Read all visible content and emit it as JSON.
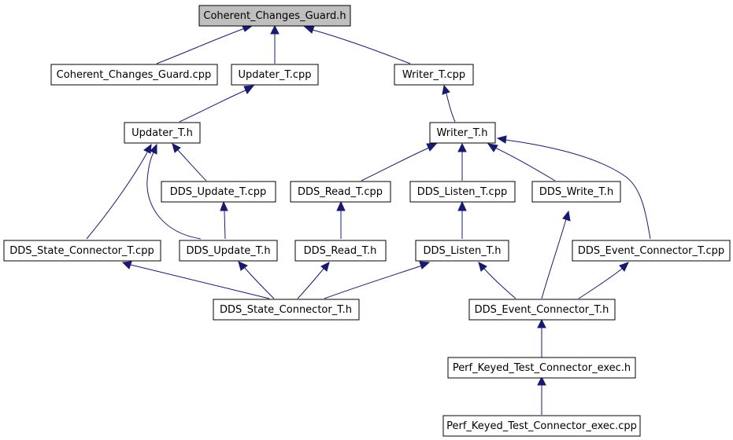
{
  "nodes": {
    "n01": "Coherent_Changes_Guard.h",
    "n02": "Coherent_Changes_Guard.cpp",
    "n03": "Updater_T.cpp",
    "n04": "Writer_T.cpp",
    "n05": "Updater_T.h",
    "n06": "Writer_T.h",
    "n07": "DDS_Update_T.cpp",
    "n08": "DDS_Read_T.cpp",
    "n09": "DDS_Listen_T.cpp",
    "n10": "DDS_Write_T.h",
    "n11": "DDS_State_Connector_T.cpp",
    "n12": "DDS_Update_T.h",
    "n13": "DDS_Read_T.h",
    "n14": "DDS_Listen_T.h",
    "n15": "DDS_Event_Connector_T.cpp",
    "n16": "DDS_State_Connector_T.h",
    "n17": "DDS_Event_Connector_T.h",
    "n18": "Perf_Keyed_Test_Connector_exec.h",
    "n19": "Perf_Keyed_Test_Connector_exec.cpp"
  },
  "edges": [
    {
      "from": "n02",
      "to": "n01"
    },
    {
      "from": "n03",
      "to": "n01"
    },
    {
      "from": "n04",
      "to": "n01"
    },
    {
      "from": "n05",
      "to": "n03"
    },
    {
      "from": "n06",
      "to": "n04"
    },
    {
      "from": "n07",
      "to": "n05"
    },
    {
      "from": "n11",
      "to": "n05"
    },
    {
      "from": "n12",
      "to": "n05"
    },
    {
      "from": "n08",
      "to": "n06"
    },
    {
      "from": "n09",
      "to": "n06"
    },
    {
      "from": "n10",
      "to": "n06"
    },
    {
      "from": "n15",
      "to": "n06"
    },
    {
      "from": "n12",
      "to": "n07"
    },
    {
      "from": "n13",
      "to": "n08"
    },
    {
      "from": "n14",
      "to": "n09"
    },
    {
      "from": "n16",
      "to": "n11"
    },
    {
      "from": "n16",
      "to": "n12"
    },
    {
      "from": "n16",
      "to": "n13"
    },
    {
      "from": "n16",
      "to": "n14"
    },
    {
      "from": "n17",
      "to": "n14"
    },
    {
      "from": "n17",
      "to": "n10"
    },
    {
      "from": "n17",
      "to": "n15"
    },
    {
      "from": "n18",
      "to": "n17"
    },
    {
      "from": "n19",
      "to": "n18"
    }
  ]
}
